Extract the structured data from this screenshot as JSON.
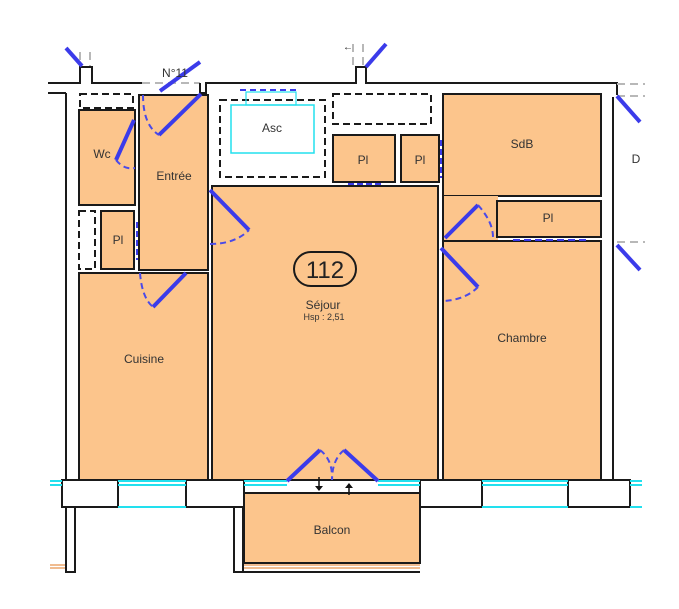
{
  "plan": {
    "apartment_number": "112",
    "entry_label": "N°11",
    "edge_label": "D",
    "colors": {
      "room_fill": "#fcc58c",
      "wall": "#1a1a1a",
      "door": "#3b3bea",
      "window": "#22e0ee",
      "background": "#ffffff"
    },
    "rooms": {
      "wc": "Wc",
      "entree": "Entrée",
      "asc": "Asc",
      "pl1": "Pl",
      "pl2": "Pl",
      "sdb": "SdB",
      "pl3": "Pl",
      "pl4": "Pl",
      "sejour": "Séjour",
      "sejour_height": "Hsp : 2,51",
      "chambre": "Chambre",
      "cuisine": "Cuisine",
      "balcon": "Balcon"
    }
  }
}
